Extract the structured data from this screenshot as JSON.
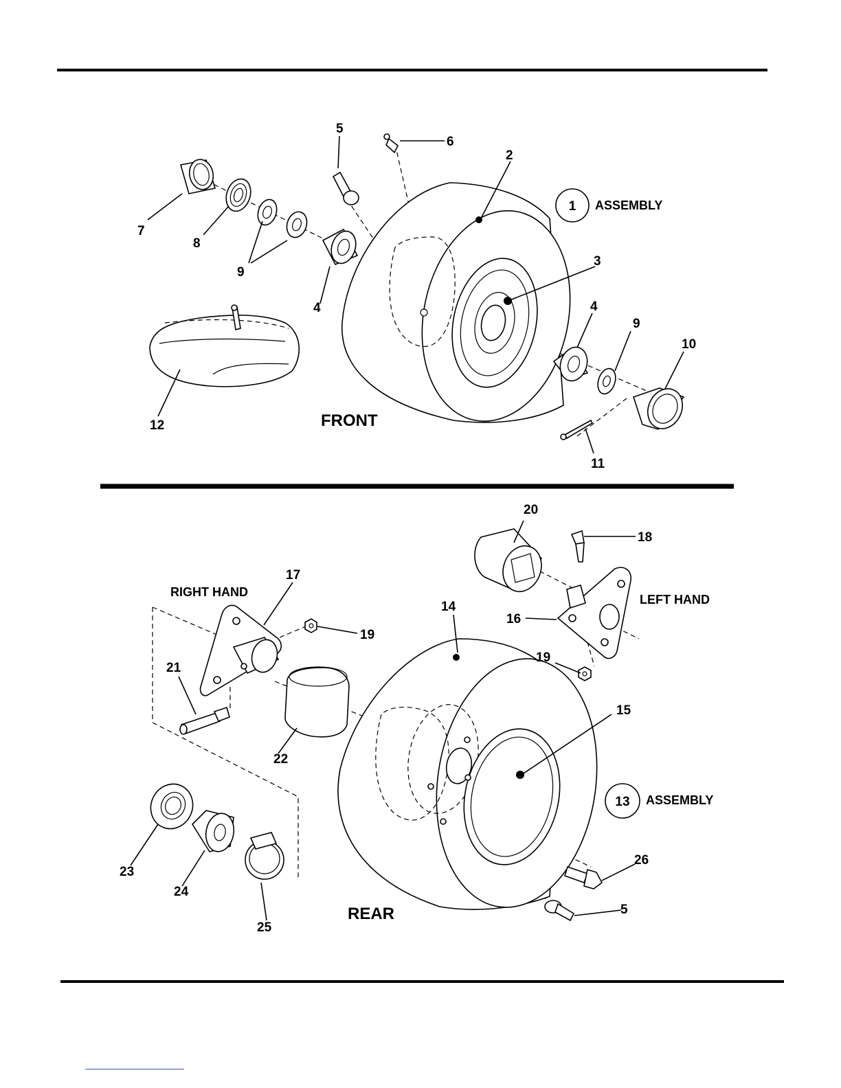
{
  "diagram": {
    "sections": {
      "front": "FRONT",
      "rear": "REAR"
    },
    "assemblies": {
      "front": {
        "number": "1",
        "label": "ASSEMBLY"
      },
      "rear": {
        "number": "13",
        "label": "ASSEMBLY"
      }
    },
    "hand_labels": {
      "right": "RIGHT HAND",
      "left": "LEFT HAND"
    },
    "callouts": {
      "front": [
        "2",
        "3",
        "4",
        "4",
        "5",
        "6",
        "7",
        "8",
        "9",
        "9",
        "10",
        "11",
        "12"
      ],
      "rear": [
        "14",
        "15",
        "16",
        "17",
        "18",
        "19",
        "19",
        "20",
        "21",
        "22",
        "23",
        "24",
        "25",
        "26",
        "5"
      ]
    }
  }
}
